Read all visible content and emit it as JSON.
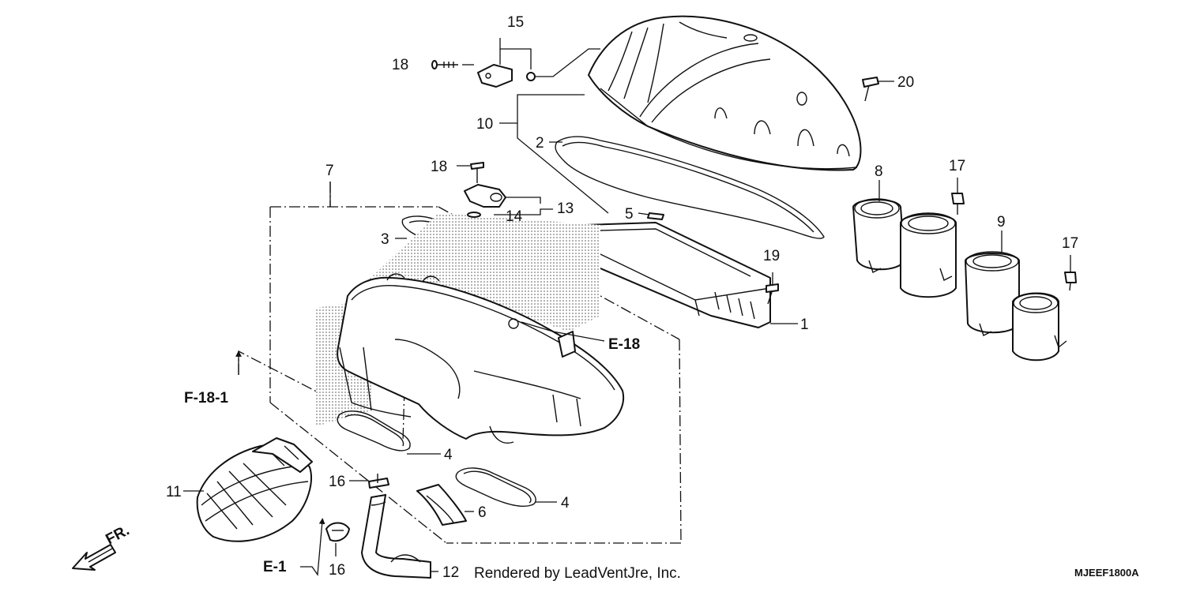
{
  "callouts": {
    "c1": "1",
    "c2": "2",
    "c3": "3",
    "c4a": "4",
    "c4b": "4",
    "c5": "5",
    "c6": "6",
    "c7": "7",
    "c8": "8",
    "c9": "9",
    "c10": "10",
    "c11": "11",
    "c12": "12",
    "c13": "13",
    "c14": "14",
    "c15": "15",
    "c16a": "16",
    "c16b": "16",
    "c17a": "17",
    "c17b": "17",
    "c18a": "18",
    "c18b": "18",
    "c19": "19",
    "c20": "20"
  },
  "references": {
    "e18": "E-18",
    "f181": "F-18-1",
    "e1": "E-1"
  },
  "direction_label": "FR.",
  "credit": "Rendered by LeadVentJre, Inc.",
  "diagram_code": "MJEEF1800A"
}
